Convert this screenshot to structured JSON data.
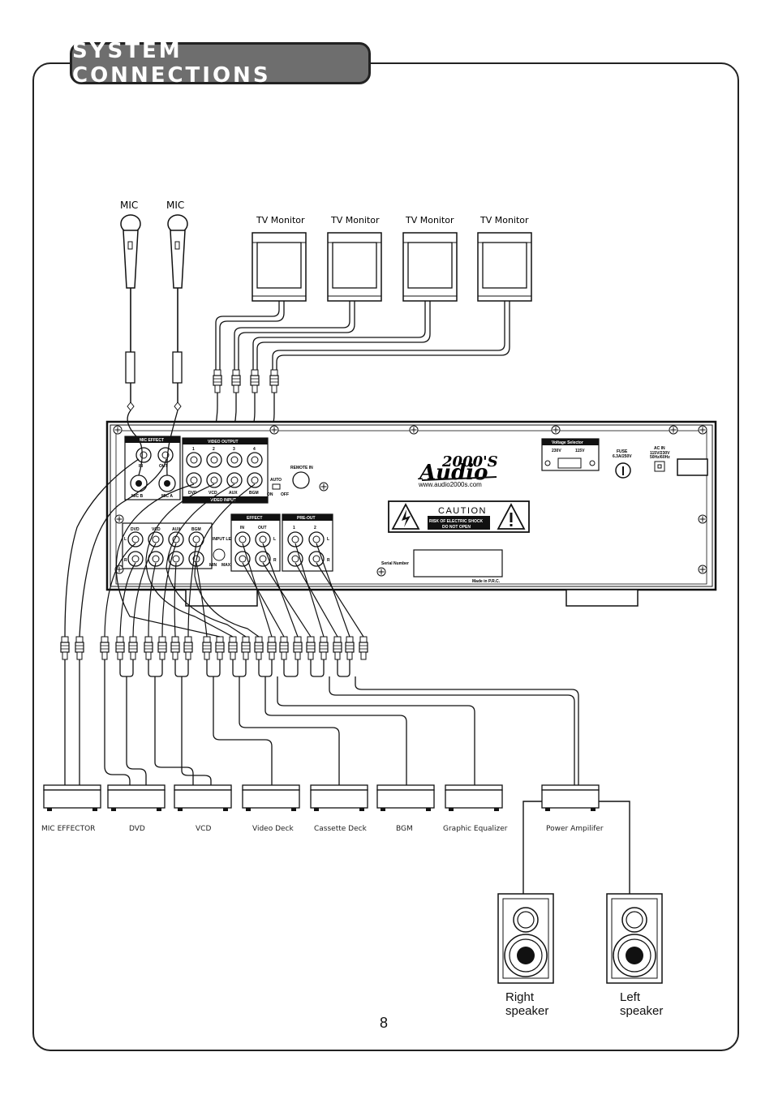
{
  "title": "SYSTEM CONNECTIONS",
  "page_number": "8",
  "mics": [
    "MIC",
    "MIC"
  ],
  "tv_monitors": [
    "TV Monitor",
    "TV Monitor",
    "TV Monitor",
    "TV Monitor"
  ],
  "amplifier": {
    "brand_number": "2000'S",
    "brand_word": "Audio",
    "website": "www.audio2000s.com",
    "mic_effect": {
      "title": "MIC EFFECT",
      "in": "IN",
      "out": "OUT",
      "mic_b": "MIC B",
      "mic_a": "MIC A"
    },
    "video_output": {
      "title": "VIDEO OUTPUT",
      "jacks": [
        "1",
        "2",
        "3",
        "4"
      ]
    },
    "video_input": {
      "title": "VIDEO INPUT",
      "jacks": [
        "DVD",
        "VCD",
        "AUX",
        "BGM"
      ]
    },
    "remote": "REMOTE IN",
    "auto": {
      "label": "AUTO",
      "on": "ON",
      "off": "OFF"
    },
    "audio_inputs": [
      "DVD",
      "VCD",
      "AUX",
      "BGM"
    ],
    "lr": [
      "L",
      "R"
    ],
    "input_level": {
      "title": "INPUT LEVEL",
      "min": "MIN",
      "max": "MAX"
    },
    "effect": {
      "title": "EFFECT",
      "in": "IN",
      "out": "OUT"
    },
    "pre_out": {
      "title": "PRE-OUT",
      "ch": [
        "1",
        "2"
      ]
    },
    "voltage": {
      "title": "Voltage Selector",
      "v230": "230V",
      "v115": "115V"
    },
    "fuse": {
      "label": "FUSE",
      "value": "6.3A/250V"
    },
    "ac_in": {
      "label": "AC IN",
      "spec1": "115V/230V",
      "spec2": "50Hz/60Hz"
    },
    "caution": {
      "title": "CAUTION",
      "line1": "RISK OF ELECTRIC SHOCK",
      "line2": "DO NOT OPEN"
    },
    "serial_label": "Serial Number",
    "made_in": "Made in P.R.C."
  },
  "devices": [
    "MIC EFFECTOR",
    "DVD",
    "VCD",
    "Video Deck",
    "Cassette Deck",
    "BGM",
    "Graphic Equalizer",
    "Power Ampilifer"
  ],
  "speakers": [
    {
      "line1": "Right",
      "line2": "speaker"
    },
    {
      "line1": "Left",
      "line2": "speaker"
    }
  ]
}
